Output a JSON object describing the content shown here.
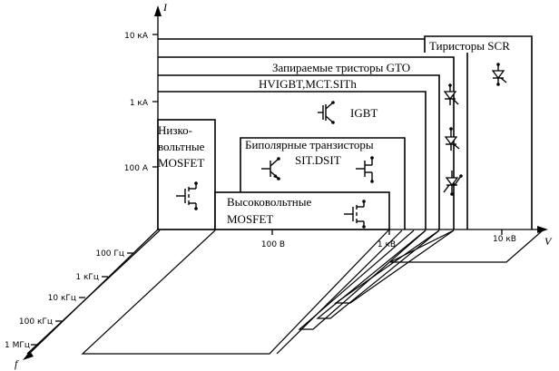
{
  "axes": {
    "y_label": "I",
    "x_label": "V",
    "z_label": "f",
    "y_ticks": [
      "10 кА",
      "1 кА",
      "100 А"
    ],
    "x_ticks": [
      "100 В",
      "1 кВ",
      "10 кВ"
    ],
    "z_ticks": [
      "100 Гц",
      "1 кГц",
      "10 кГц",
      "100 кГц",
      "1 МГц"
    ]
  },
  "regions": {
    "scr": "Тиристоры SCR",
    "gto": "Запираемые тристоры GTO",
    "hvigbt": "HVIGBT,MCT.SITh",
    "igbt": "IGBT",
    "bipolar": "Биполярные транзисторы",
    "sit_dsit": "SIT.DSIT",
    "lv_mosfet_1": "Низко-",
    "lv_mosfet_2": "вольтные",
    "lv_mosfet_3": "MOSFET",
    "hv_mosfet_1": "Высоковольтные",
    "hv_mosfet_2": "MOSFET"
  }
}
